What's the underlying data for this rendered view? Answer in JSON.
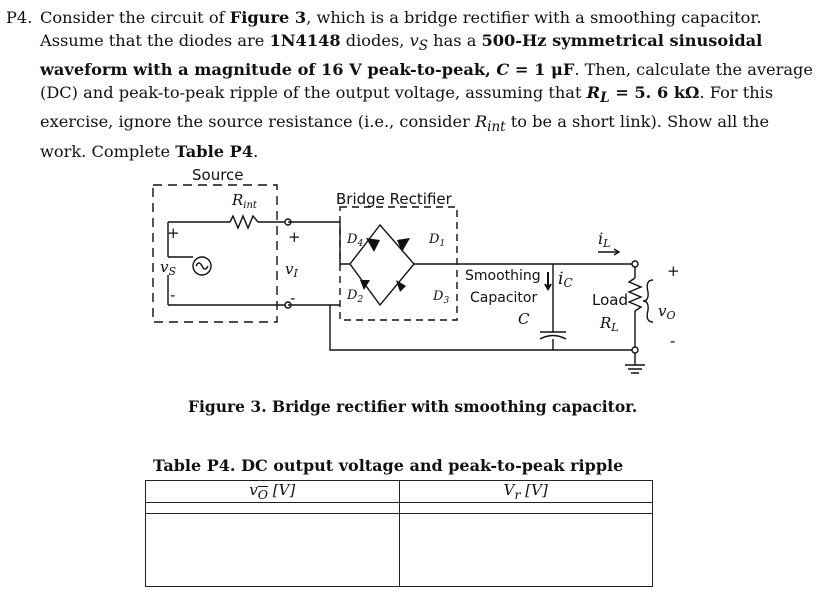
{
  "problem": {
    "number": "P4.",
    "lines": [
      [
        "Consider the circuit of ",
        "Figure 3",
        ", which is a bridge rectifier with a smoothing capacitor."
      ],
      [
        "Assume that the diodes are ",
        "1N4148",
        " diodes, ",
        "v",
        "S",
        " has a ",
        "500-Hz symmetrical sinusoidal"
      ],
      [
        "waveform with a magnitude of 16 V peak-to-peak, ",
        "C",
        " = 1 μF",
        ". Then, calculate the average"
      ],
      [
        "(DC) and peak-to-peak ripple of the output voltage, assuming that ",
        "R",
        "L",
        " = 5. 6 kΩ",
        ". For this"
      ],
      [
        "exercise, ignore the source resistance (i.e., consider ",
        "R",
        "int",
        " to be a short link). Show all the"
      ],
      [
        "work. Complete ",
        "Table P4",
        "."
      ]
    ]
  },
  "circuit": {
    "source_label": "Source",
    "rint_label": "R",
    "rint_sub": "int",
    "vs_label": "v",
    "vs_sub": "S",
    "plus": "+",
    "minus": "-",
    "vi_label": "v",
    "vi_sub": "I",
    "bridge_label": "Bridge Rectifier",
    "d1": "D",
    "d1_sub": "1",
    "d2": "D",
    "d2_sub": "2",
    "d3": "D",
    "d3_sub": "3",
    "d4": "D",
    "d4_sub": "4",
    "smoothing_label": "Smoothing",
    "capacitor_label": "Capacitor",
    "c_label": "C",
    "ic_label": "i",
    "ic_sub": "C",
    "il_label": "i",
    "il_sub": "L",
    "load_label": "Load",
    "rl_label": "R",
    "rl_sub": "L",
    "vo_label": "v",
    "vo_sub": "O"
  },
  "figure_caption": "Figure 3. Bridge rectifier with smoothing capacitor.",
  "table": {
    "title": "Table P4. DC output voltage and peak-to-peak ripple",
    "col1": "v",
    "col1_sub": "O",
    "col1_unit": " [V]",
    "col2": "V",
    "col2_sub": "r",
    "col2_unit": " [V]"
  }
}
